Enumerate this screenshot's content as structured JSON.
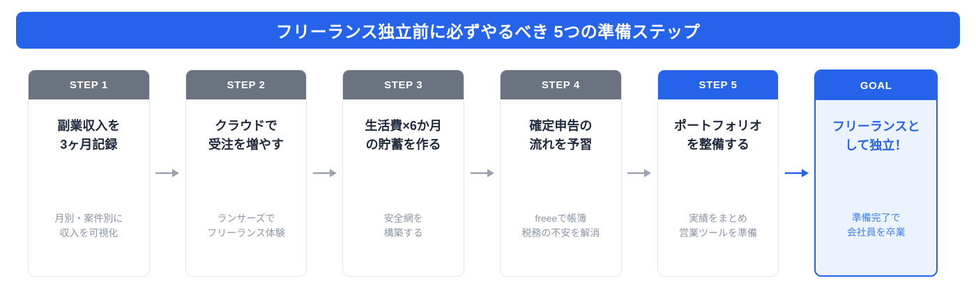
{
  "banner": {
    "title": "フリーランス独立前に必ずやるべき 5つの準備ステップ"
  },
  "colors": {
    "accent": "#2563eb",
    "header_gray": "#6b7280",
    "arrow_gray": "#9ca3af",
    "title_text": "#1e293b",
    "subtitle_text": "#8c96a8",
    "goal_bg": "#edf3fe",
    "goal_subtitle": "#3b82f6",
    "card_border": "#e4e7ec"
  },
  "steps": [
    {
      "badge": "STEP 1",
      "title": "副業収入を\n3ヶ月記録",
      "subtitle": "月別・案件別に\n収入を可視化"
    },
    {
      "badge": "STEP 2",
      "title": "クラウドで\n受注を増やす",
      "subtitle": "ランサーズで\nフリーランス体験"
    },
    {
      "badge": "STEP 3",
      "title": "生活費×6か月\nの貯蓄を作る",
      "subtitle": "安全網を\n構築する"
    },
    {
      "badge": "STEP 4",
      "title": "確定申告の\n流れを予習",
      "subtitle": "freeeで帳簿\n税務の不安を解消"
    },
    {
      "badge": "STEP 5",
      "title": "ポートフォリオ\nを整備する",
      "subtitle": "実績をまとめ\n営業ツールを準備"
    },
    {
      "badge": "GOAL",
      "title": "フリーランスと\nして独立！",
      "subtitle": "準備完了で\n会社員を卒業"
    }
  ]
}
